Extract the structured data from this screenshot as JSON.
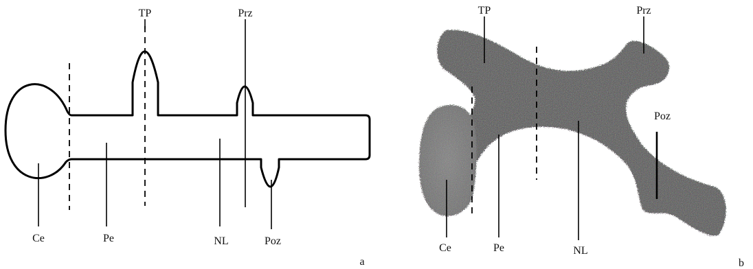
{
  "panel_a": {
    "letter": "a",
    "labels": {
      "tp": "TP",
      "prz": "Prz",
      "ce": "Ce",
      "pe": "Pe",
      "nl": "NL",
      "poz": "Poz"
    }
  },
  "panel_b": {
    "letter": "b",
    "labels": {
      "tp": "TP",
      "prz": "Prz",
      "poz": "Poz",
      "ce": "Ce",
      "pe": "Pe",
      "nl": "NL"
    }
  },
  "colors": {
    "outline": "#000000",
    "bone_dark": "#505050",
    "bone_light": "#7a7a7a",
    "background": "#ffffff"
  }
}
